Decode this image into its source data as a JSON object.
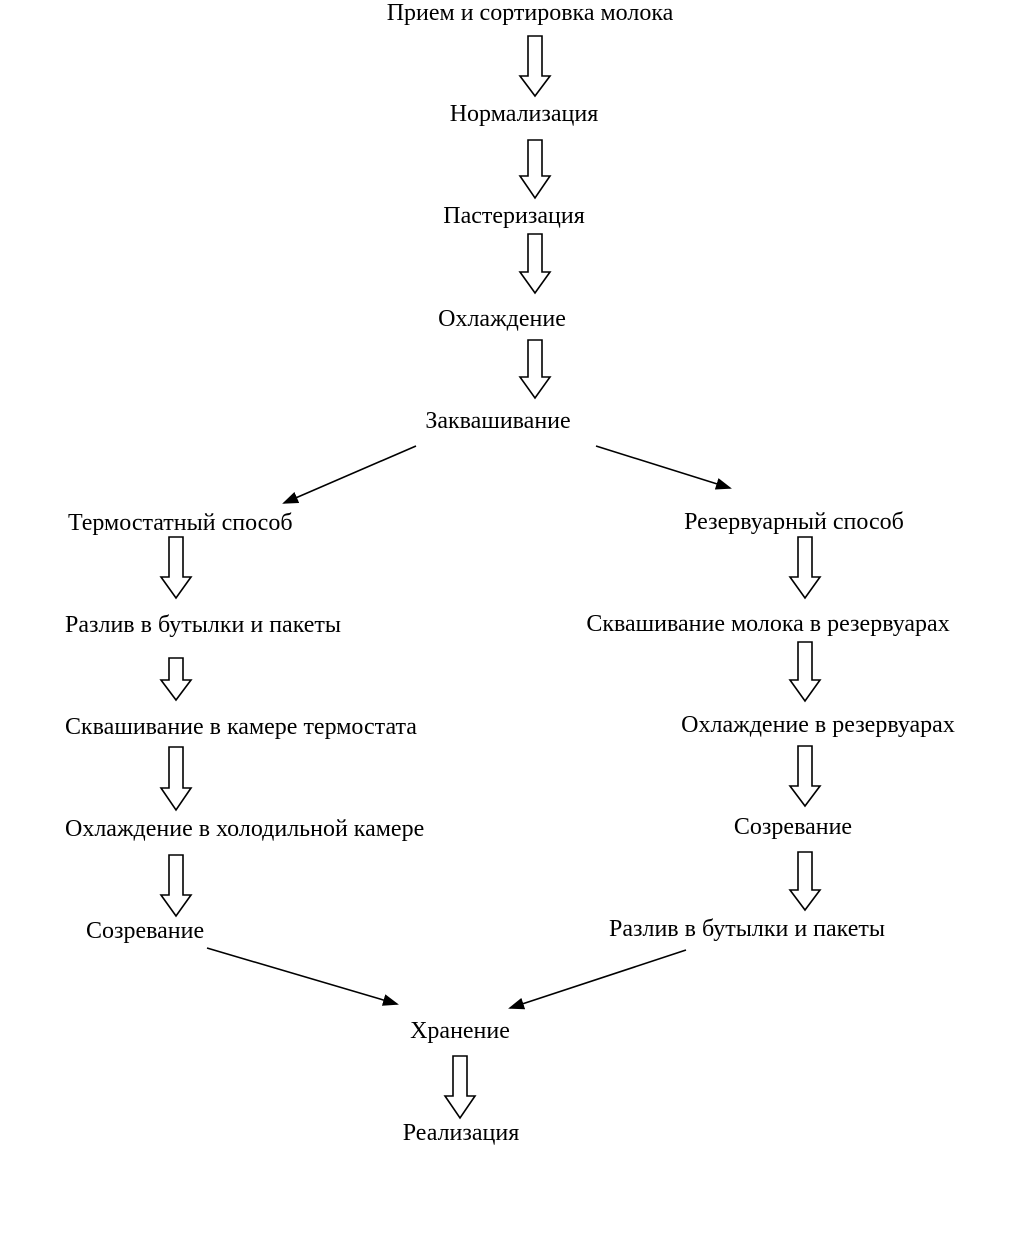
{
  "main_flow": [
    "Прием и сортировка молока",
    "Нормализация",
    "Пастеризация",
    "Охлаждение",
    "Заквашивание"
  ],
  "left_branch": [
    "Термостатный способ",
    "Разлив в бутылки и пакеты",
    "Сквашивание в камере термостата",
    "Охлаждение в холодильной камере",
    "Созревание"
  ],
  "right_branch": [
    "Резервуарный способ",
    "Сквашивание молока в резервуарах",
    "Охлаждение в резервуарах",
    "Созревание",
    "Разлив в бутылки и пакеты"
  ],
  "final_flow": [
    "Хранение",
    "Реализация"
  ]
}
